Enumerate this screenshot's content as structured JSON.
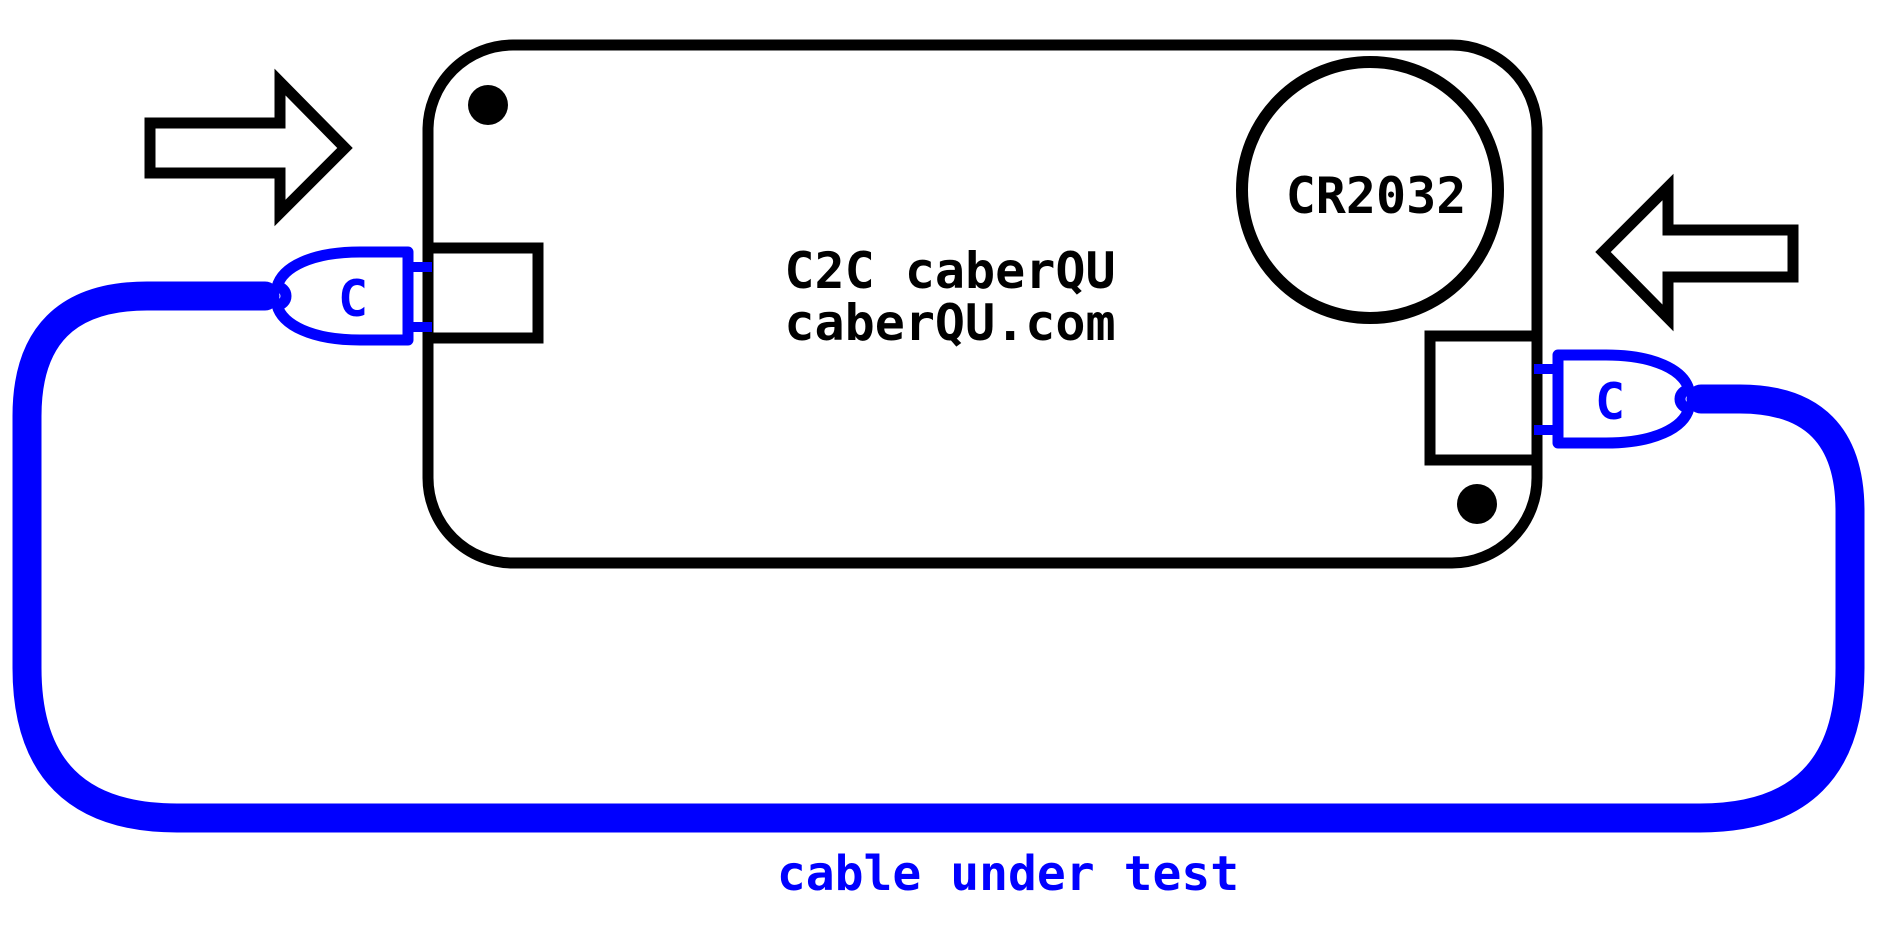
{
  "device": {
    "board_name": "C2C caberQU",
    "board_url": "caberQU.com",
    "battery_label": "CR2032"
  },
  "plugs": {
    "left_label": "C",
    "right_label": "C"
  },
  "caption": "cable under test",
  "icons": {
    "left": "insertion-arrow-right-icon",
    "right": "insertion-arrow-left-icon"
  },
  "colors": {
    "cable_blue": "#0000ff",
    "outline_black": "#000000",
    "background_white": "#ffffff"
  }
}
